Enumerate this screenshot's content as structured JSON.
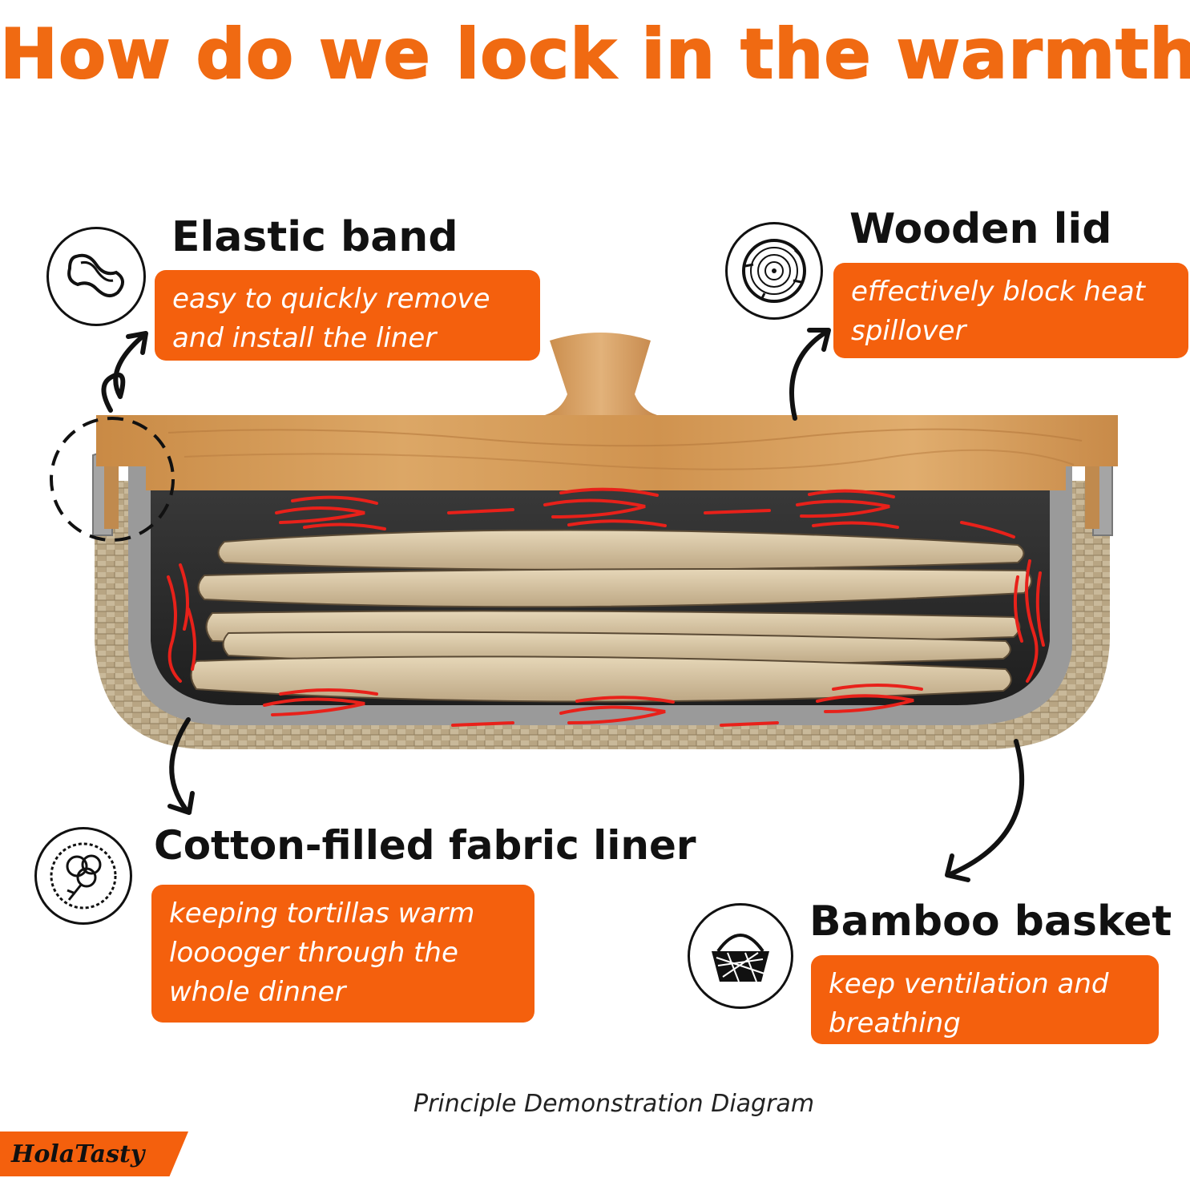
{
  "title": "How do we lock in the warmth?",
  "features": {
    "elastic_band": {
      "title": "Elastic band",
      "line1": "easy to quickly remove",
      "line2": "and install the liner",
      "icon": "elastic-band-icon"
    },
    "wooden_lid": {
      "title": "Wooden lid",
      "line1": "effectively block heat",
      "line2": "spillover",
      "icon": "wood-rings-icon"
    },
    "cotton_liner": {
      "title": "Cotton-filled fabric liner",
      "line1": "keeping tortillas warm",
      "line2": "looooger through the",
      "line3": "whole dinner",
      "icon": "cotton-flower-icon"
    },
    "bamboo_basket": {
      "title": "Bamboo basket",
      "line1": "keep ventilation and",
      "line2": "breathing",
      "icon": "basket-icon"
    }
  },
  "brand": "HolaTasty",
  "caption": "Principle Demonstration Diagram",
  "colors": {
    "accent": "#f4600d",
    "title": "#f06a12",
    "heat": "#e8211a",
    "wood": "#d79a55",
    "liner": "#9a9a9a"
  }
}
